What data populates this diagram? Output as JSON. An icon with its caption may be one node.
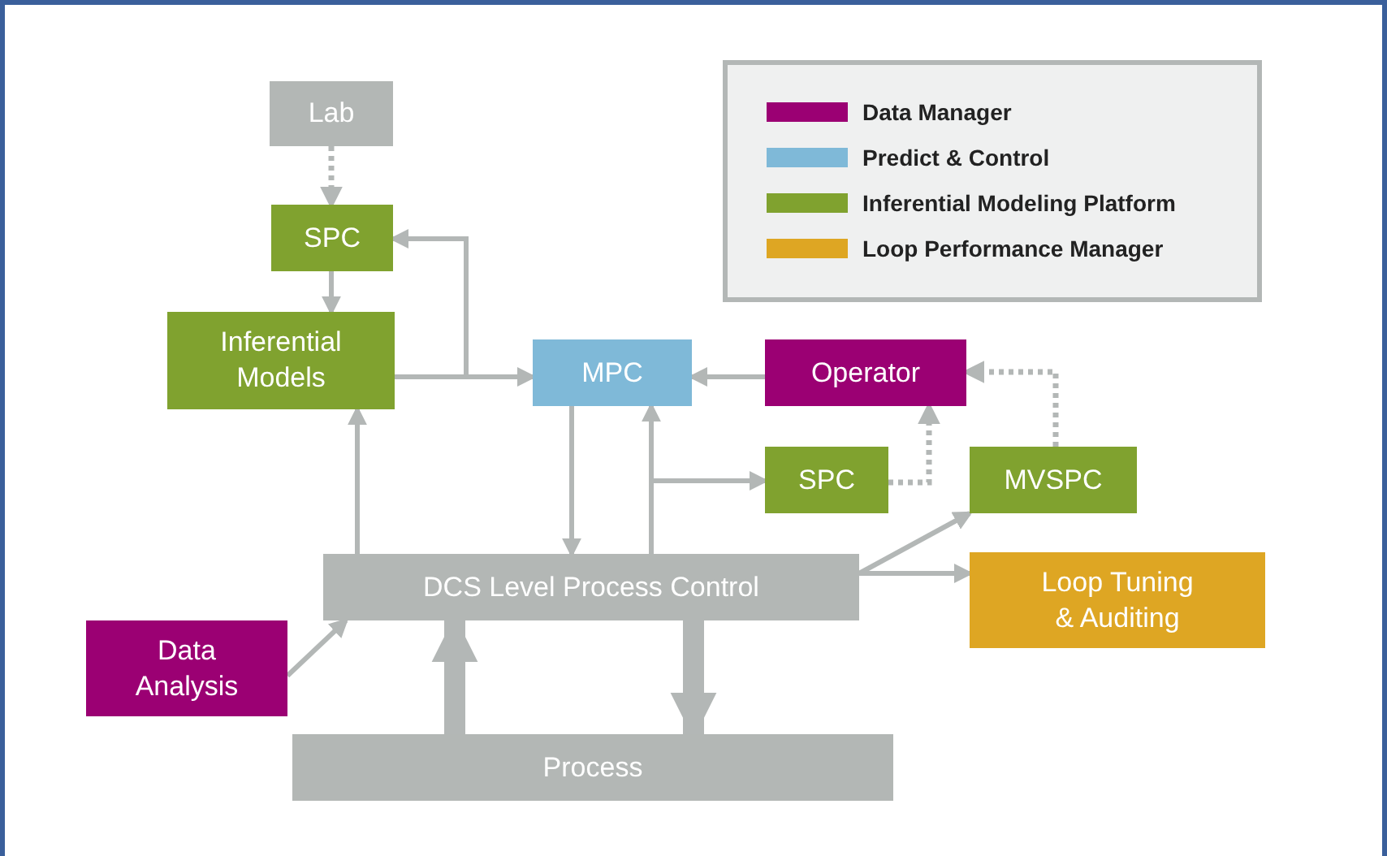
{
  "diagram": {
    "nodes": [
      {
        "text": [
          "Lab"
        ]
      },
      {
        "text": [
          "SPC"
        ]
      },
      {
        "text": [
          "Inferential Models"
        ]
      },
      {
        "text": [
          "MPC"
        ]
      },
      {
        "text": [
          "Operator"
        ]
      },
      {
        "text": [
          "SPC"
        ]
      },
      {
        "text": [
          "MVSPC"
        ]
      },
      {
        "text": [
          "DCS Level Process Control"
        ]
      },
      {
        "text": [
          "Loop Tuning & Auditing"
        ]
      },
      {
        "text": [
          "Data Analysis"
        ]
      },
      {
        "text": [
          "Process"
        ]
      }
    ],
    "edges": [
      {
        "from": 0,
        "to": 1,
        "arrow": "to",
        "style": "dashed"
      },
      {
        "from": 1,
        "to": 2,
        "arrow": "to"
      },
      {
        "from": 2,
        "to": 3,
        "arrow": "to"
      },
      {
        "from": 2,
        "to": 1,
        "arrow": "to"
      },
      {
        "from": 4,
        "to": 3,
        "arrow": "to"
      },
      {
        "from": 3,
        "to": 7,
        "arrow": "to"
      },
      {
        "from": 7,
        "to": 3,
        "arrow": "to"
      },
      {
        "from": 7,
        "to": 5,
        "arrow": "to"
      },
      {
        "from": 5,
        "to": 4,
        "arrow": "to",
        "style": "dashed"
      },
      {
        "from": 6,
        "to": 4,
        "arrow": "to",
        "style": "dashed"
      },
      {
        "from": 7,
        "to": 6,
        "arrow": "to"
      },
      {
        "from": 7,
        "to": 8,
        "arrow": "to"
      },
      {
        "from": 9,
        "to": 7,
        "arrow": "to"
      },
      {
        "from": 10,
        "to": 7,
        "arrow": "to",
        "style": "thick"
      },
      {
        "from": 7,
        "to": 10,
        "arrow": "to",
        "style": "thick"
      },
      {
        "from": 7,
        "to": 2,
        "arrow": "to"
      }
    ],
    "legend": [
      {
        "text": "Data Manager",
        "color": "#9b0073"
      },
      {
        "text": "Predict & Control",
        "color": "#7fb9d8"
      },
      {
        "text": "Inferential Modeling Platform",
        "color": "#80a22f"
      },
      {
        "text": "Loop Performance Manager",
        "color": "#dea623"
      }
    ]
  }
}
